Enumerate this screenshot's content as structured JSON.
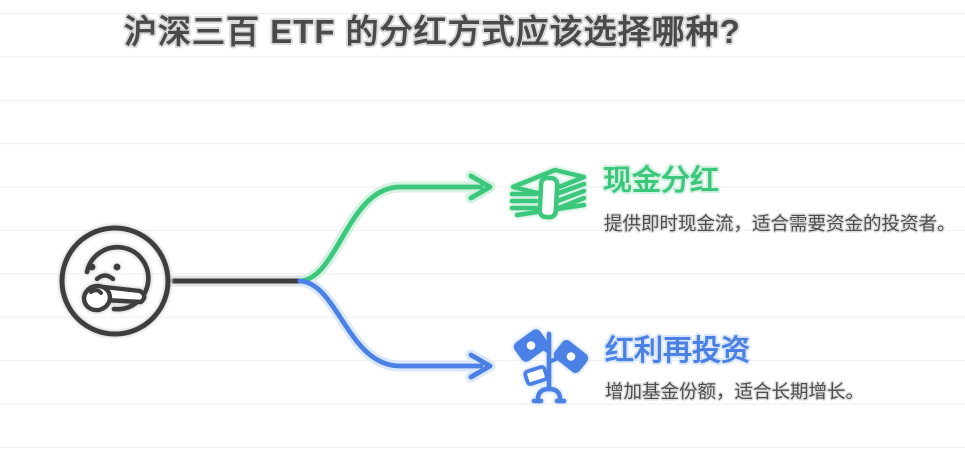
{
  "title": "沪深三百 ETF 的分红方式应该选择哪种?",
  "root": {
    "icon": "thinking-face-icon"
  },
  "branches": [
    {
      "label": "现金分红",
      "description": "提供即时现金流，适合需要资金的投资者。",
      "color": "#3bc77c",
      "icon": "cash-stack-icon"
    },
    {
      "label": "红利再投资",
      "description": "增加基金份额，适合长期增长。",
      "color": "#4b81e4",
      "icon": "money-plant-icon"
    }
  ],
  "colors": {
    "ink": "#3e3e3e",
    "body_text": "#4e4e4e",
    "green_accent": "#3bc77c",
    "blue_accent": "#4b81e4",
    "ruled_line": "#efefef",
    "background": "#ffffff"
  }
}
